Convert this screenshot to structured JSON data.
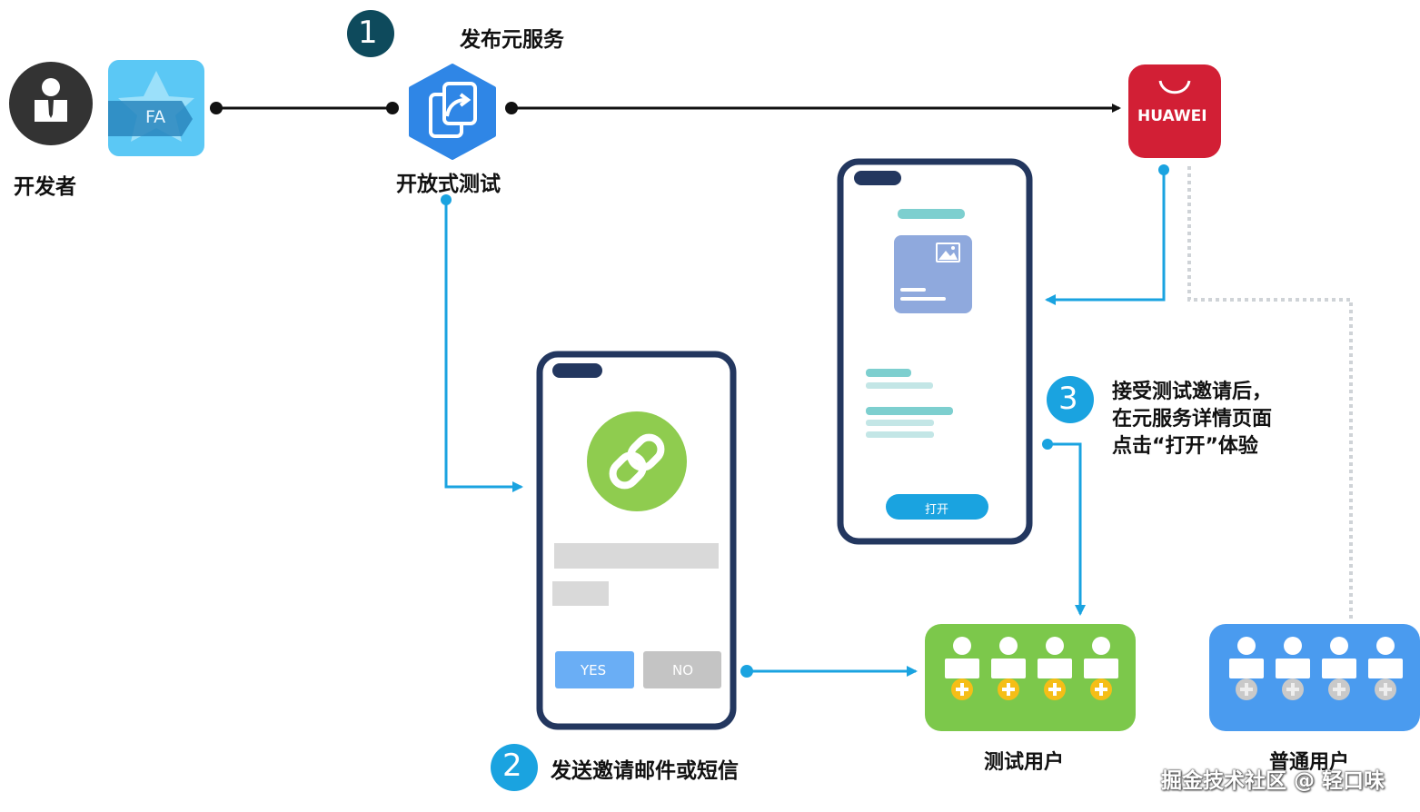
{
  "nodes": {
    "developer": "开发者",
    "fa_badge": "FA",
    "open_test": "开放式测试",
    "huawei": "HUAWEI",
    "test_users": "测试用户",
    "normal_users": "普通用户"
  },
  "steps": [
    {
      "number": "1",
      "text": "发布元服务"
    },
    {
      "number": "2",
      "text": "发送邀请邮件或短信"
    },
    {
      "number": "3",
      "lines": [
        "接受测试邀请后，",
        "在元服务详情页面",
        "点击“打开”体验"
      ]
    }
  ],
  "phone_invite": {
    "yes": "YES",
    "no": "NO"
  },
  "phone_detail": {
    "open_button": "打开"
  },
  "watermark": "掘金技术社区 @ 轻口味",
  "colors": {
    "dark_teal": "#0e4a5c",
    "arrow_blue": "#1aa3e0",
    "phone_border": "#23375f",
    "green": "#7cc84b",
    "blue_group": "#4a9bef",
    "huawei_red": "#d21f35",
    "hex_blue": "#2f86e6",
    "yellow": "#f5be17"
  },
  "icons": [
    "developer-icon",
    "fa-star-icon",
    "share-hex-icon",
    "huawei-logo",
    "link-icon",
    "image-icon",
    "user-group-icon"
  ]
}
